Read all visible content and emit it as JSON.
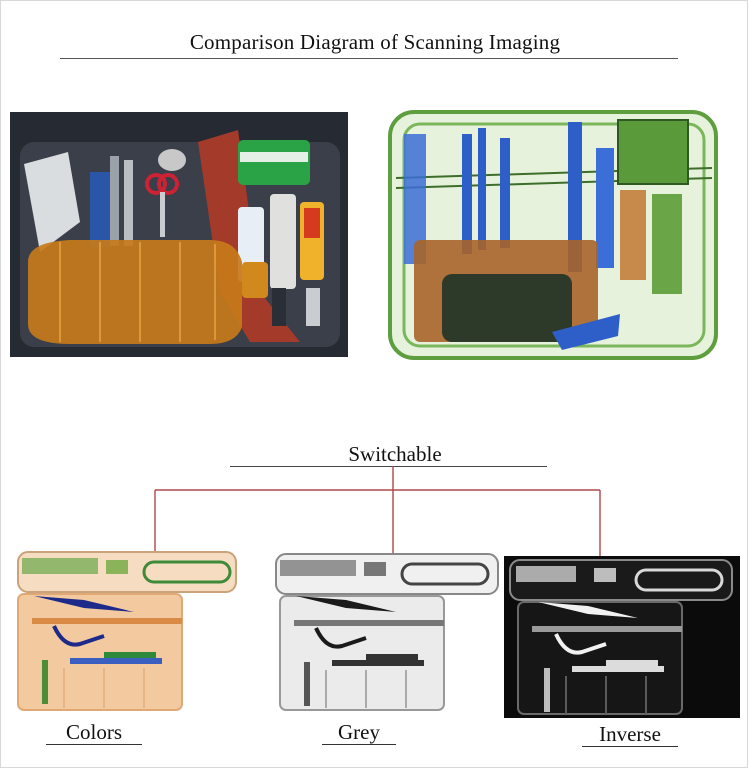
{
  "title": "Comparison Diagram of Scanning Imaging",
  "switch_label": "Switchable",
  "modes": [
    {
      "label": "Colors"
    },
    {
      "label": "Grey"
    },
    {
      "label": "Inverse"
    }
  ],
  "colors": {
    "connector": "#b04848",
    "xray_green": "#6fae4a",
    "xray_blue": "#2e5fc8",
    "xray_orange": "#a8642a",
    "inverse_bg": "#0b0b0b"
  }
}
